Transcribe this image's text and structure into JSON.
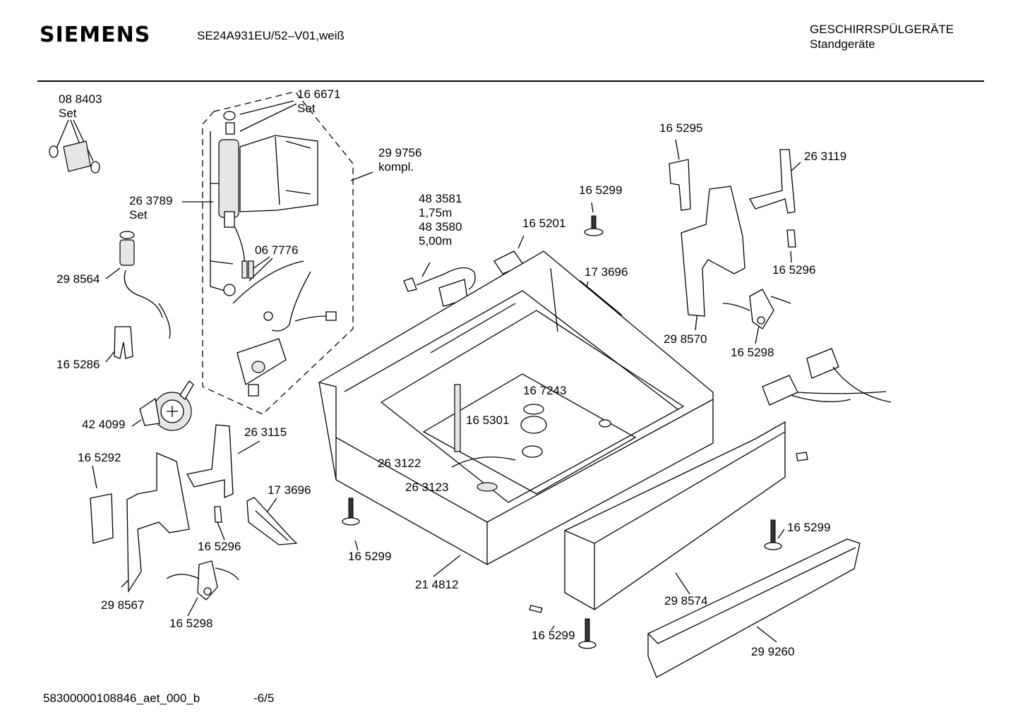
{
  "header": {
    "brand": "SIEMENS",
    "model": "SE24A931EU/52–V01,weiß",
    "category_line1": "GESCHIRRSPÜLGERÄTE",
    "category_line2": "Standgeräte"
  },
  "footer": {
    "doc_id": "58300000108846_aet_000_b",
    "page": "-6/5"
  },
  "part_labels": [
    {
      "id": "p088403",
      "lines": [
        "08 8403",
        "Set"
      ]
    },
    {
      "id": "p166671",
      "lines": [
        "16 6671",
        "Set"
      ]
    },
    {
      "id": "p299756",
      "lines": [
        "29 9756",
        "kompl."
      ]
    },
    {
      "id": "p263789",
      "lines": [
        "26 3789",
        "Set"
      ]
    },
    {
      "id": "p067776",
      "lines": [
        "06 7776"
      ]
    },
    {
      "id": "p298564",
      "lines": [
        "29 8564"
      ]
    },
    {
      "id": "p165286",
      "lines": [
        "16 5286"
      ]
    },
    {
      "id": "p424099",
      "lines": [
        "42 4099"
      ]
    },
    {
      "id": "p165292",
      "lines": [
        "16 5292"
      ]
    },
    {
      "id": "p263115",
      "lines": [
        "26 3115"
      ]
    },
    {
      "id": "p173696a",
      "lines": [
        "17 3696"
      ]
    },
    {
      "id": "p165296a",
      "lines": [
        "16 5296"
      ]
    },
    {
      "id": "p298567",
      "lines": [
        "29 8567"
      ]
    },
    {
      "id": "p165298a",
      "lines": [
        "16 5298"
      ]
    },
    {
      "id": "p483581",
      "lines": [
        "48 3581",
        "1,75m",
        "48 3580",
        "5,00m"
      ]
    },
    {
      "id": "p165201",
      "lines": [
        "16 5201"
      ]
    },
    {
      "id": "p165299a",
      "lines": [
        "16 5299"
      ]
    },
    {
      "id": "p173696b",
      "lines": [
        "17 3696"
      ]
    },
    {
      "id": "p165295",
      "lines": [
        "16 5295"
      ]
    },
    {
      "id": "p263119",
      "lines": [
        "26 3119"
      ]
    },
    {
      "id": "p165296b",
      "lines": [
        "16 5296"
      ]
    },
    {
      "id": "p298570",
      "lines": [
        "29 8570"
      ]
    },
    {
      "id": "p165298b",
      "lines": [
        "16 5298"
      ]
    },
    {
      "id": "p167243",
      "lines": [
        "16 7243"
      ]
    },
    {
      "id": "p165301",
      "lines": [
        "16 5301"
      ]
    },
    {
      "id": "p263122",
      "lines": [
        "26 3122"
      ]
    },
    {
      "id": "p263123",
      "lines": [
        "26 3123"
      ]
    },
    {
      "id": "p165299b",
      "lines": [
        "16 5299"
      ]
    },
    {
      "id": "p214812",
      "lines": [
        "21 4812"
      ]
    },
    {
      "id": "p165299c",
      "lines": [
        "16 5299"
      ]
    },
    {
      "id": "p298574",
      "lines": [
        "29 8574"
      ]
    },
    {
      "id": "p165299d",
      "lines": [
        "16 5299"
      ]
    },
    {
      "id": "p299260",
      "lines": [
        "29 9260"
      ]
    }
  ]
}
